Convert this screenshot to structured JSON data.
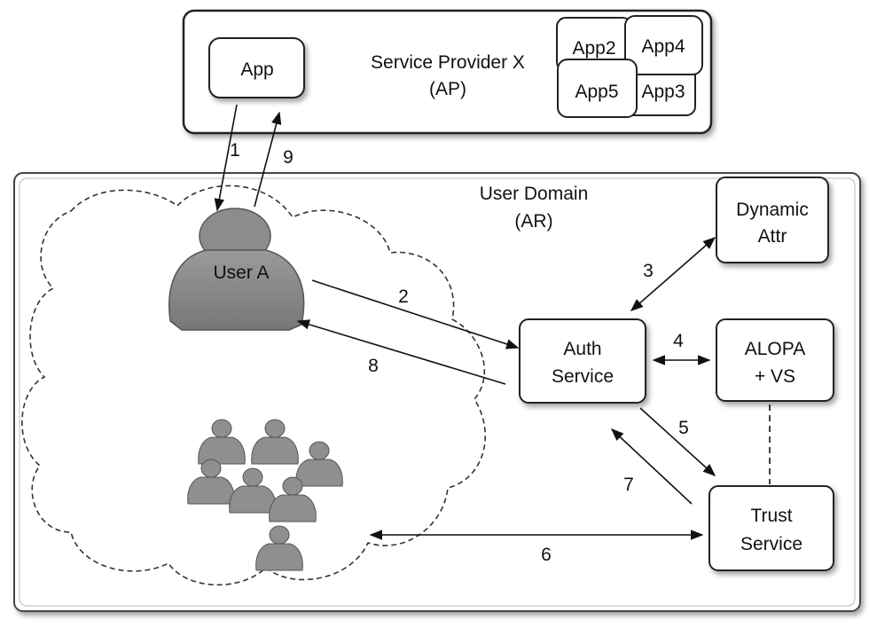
{
  "provider": {
    "title_line1": "Service Provider X",
    "title_line2": "(AP)",
    "app": "App",
    "apps": [
      "App2",
      "App4",
      "App5",
      "App3"
    ]
  },
  "domain": {
    "title_line1": "User Domain",
    "title_line2": "(AR)",
    "user": "User A"
  },
  "nodes": {
    "dynamic_line1": "Dynamic",
    "dynamic_line2": "Attr",
    "auth_line1": "Auth",
    "auth_line2": "Service",
    "alopa_line1": "ALOPA",
    "alopa_line2": "+ VS",
    "trust_line1": "Trust",
    "trust_line2": "Service"
  },
  "steps": [
    "1",
    "2",
    "3",
    "4",
    "5",
    "6",
    "7",
    "8",
    "9"
  ]
}
